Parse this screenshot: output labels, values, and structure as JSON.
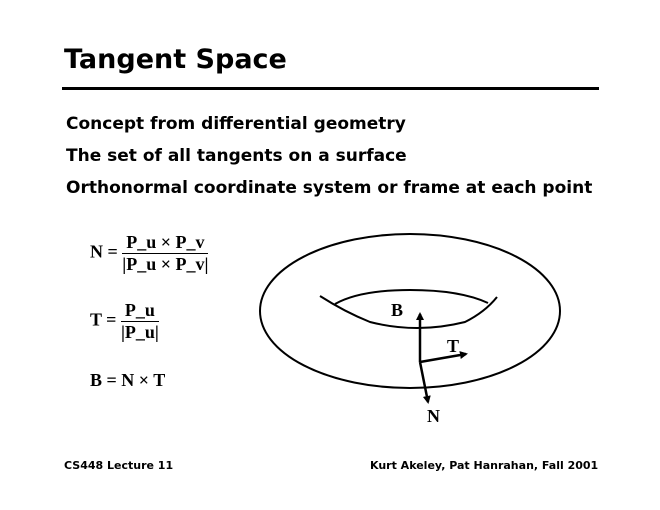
{
  "title": "Tangent Space",
  "bullets": [
    "Concept from differential geometry",
    "The set of all tangents on a surface",
    "Orthonormal coordinate system or frame at each point"
  ],
  "equations": {
    "n_lhs": "N =",
    "n_num": "P_u × P_v",
    "n_den": "|P_u × P_v|",
    "t_lhs": "T =",
    "t_num": "P_u",
    "t_den": "|P_u|",
    "b_eq": "B = N × T"
  },
  "diagram": {
    "label_b": "B",
    "label_t": "T",
    "label_n": "N"
  },
  "footer": {
    "left": "CS448 Lecture 11",
    "right": "Kurt Akeley, Pat Hanrahan, Fall 2001"
  }
}
